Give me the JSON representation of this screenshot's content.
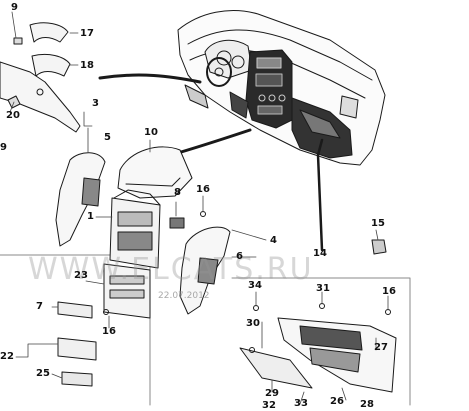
{
  "watermark": "WWW.ELCATS.RU",
  "date_stamp": "22.07.2012",
  "callouts": [
    {
      "id": "c9a",
      "text": "9"
    },
    {
      "id": "c17",
      "text": "17"
    },
    {
      "id": "c18",
      "text": "18"
    },
    {
      "id": "c20",
      "text": "20"
    },
    {
      "id": "c9b",
      "text": "9"
    },
    {
      "id": "c3",
      "text": "3"
    },
    {
      "id": "c5",
      "text": "5"
    },
    {
      "id": "c10",
      "text": "10"
    },
    {
      "id": "c16a",
      "text": "16"
    },
    {
      "id": "c8",
      "text": "8"
    },
    {
      "id": "c1",
      "text": "1"
    },
    {
      "id": "c15",
      "text": "15"
    },
    {
      "id": "c4",
      "text": "4"
    },
    {
      "id": "c6",
      "text": "6"
    },
    {
      "id": "c14",
      "text": "14"
    },
    {
      "id": "c23",
      "text": "23"
    },
    {
      "id": "c34",
      "text": "34"
    },
    {
      "id": "c31",
      "text": "31"
    },
    {
      "id": "c16b",
      "text": "16"
    },
    {
      "id": "c7",
      "text": "7"
    },
    {
      "id": "c16c",
      "text": "16"
    },
    {
      "id": "c30",
      "text": "30"
    },
    {
      "id": "c22",
      "text": "22"
    },
    {
      "id": "c27",
      "text": "27"
    },
    {
      "id": "c25",
      "text": "25"
    },
    {
      "id": "c29",
      "text": "29"
    },
    {
      "id": "c32",
      "text": "32"
    },
    {
      "id": "c33",
      "text": "33"
    },
    {
      "id": "c26",
      "text": "26"
    },
    {
      "id": "c28",
      "text": "28"
    }
  ]
}
